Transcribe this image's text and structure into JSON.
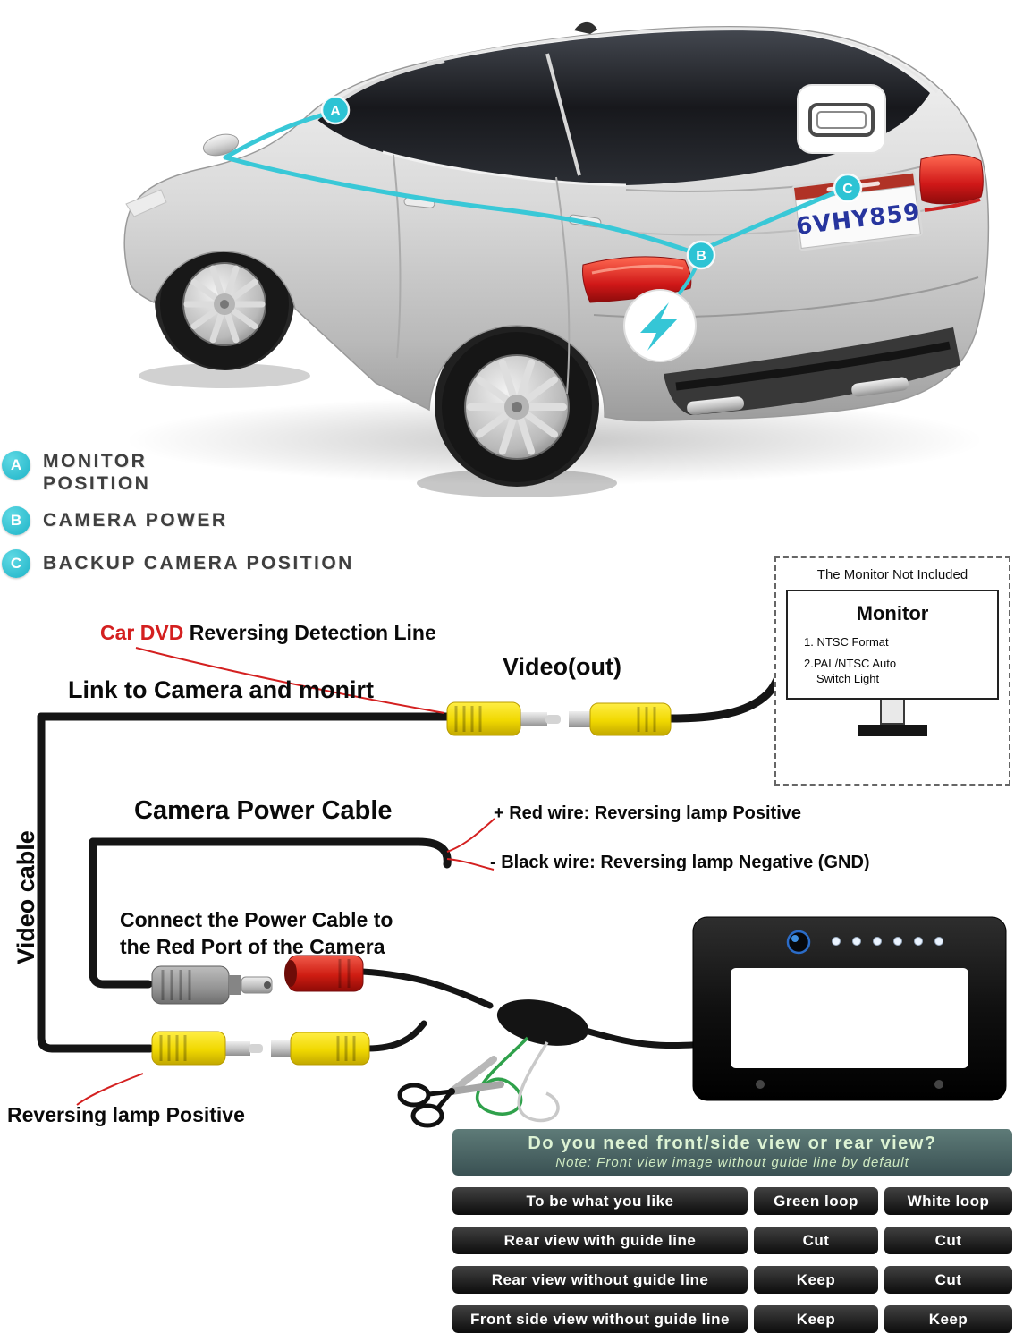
{
  "car": {
    "plate_text": "6VHY859",
    "markers": {
      "a": "A",
      "b": "B",
      "c": "C"
    }
  },
  "legend": {
    "items": [
      {
        "letter": "A",
        "lines": [
          "MONITOR",
          "POSITION"
        ]
      },
      {
        "letter": "B",
        "lines": [
          "CAMERA POWER"
        ]
      },
      {
        "letter": "C",
        "lines": [
          "BACKUP CAMERA POSITION"
        ]
      }
    ]
  },
  "diagram": {
    "dvd_line": {
      "red_part": "Car DVD",
      "black_part": " Reversing Detection Line"
    },
    "link_label": "Link to Camera and monirt",
    "video_out_label": "Video(out)",
    "video_cable_label": "Video cable",
    "power_cable_label": "Camera Power Cable",
    "red_wire_label": "+ Red wire: Reversing lamp Positive",
    "black_wire_label": "- Black wire: Reversing lamp Negative (GND)",
    "connect_lines": [
      "Connect the Power Cable to",
      "the Red Port of the Camera"
    ],
    "reversing_label": "Reversing lamp Positive",
    "monitor": {
      "note": "The Monitor Not Included",
      "title": "Monitor",
      "spec1": "1. NTSC Format",
      "spec2_line1": "2.PAL/NTSC Auto",
      "spec2_line2": "Switch Light"
    }
  },
  "table": {
    "title": "Do you need front/side view or rear view?",
    "note": "Note: Front view image without guide line by default",
    "rows": [
      {
        "cells": [
          "To be what you like",
          "Green loop",
          "White loop"
        ]
      },
      {
        "cells": [
          "Rear view with guide line",
          "Cut",
          "Cut"
        ]
      },
      {
        "cells": [
          "Rear view without guide line",
          "Keep",
          "Cut"
        ]
      },
      {
        "cells": [
          "Front side view without guide line",
          "Keep",
          "Keep"
        ]
      }
    ]
  },
  "colors": {
    "accent_teal": "#35c6d6",
    "rca_yellow": "#f0d800",
    "wire_red": "#d42020"
  }
}
